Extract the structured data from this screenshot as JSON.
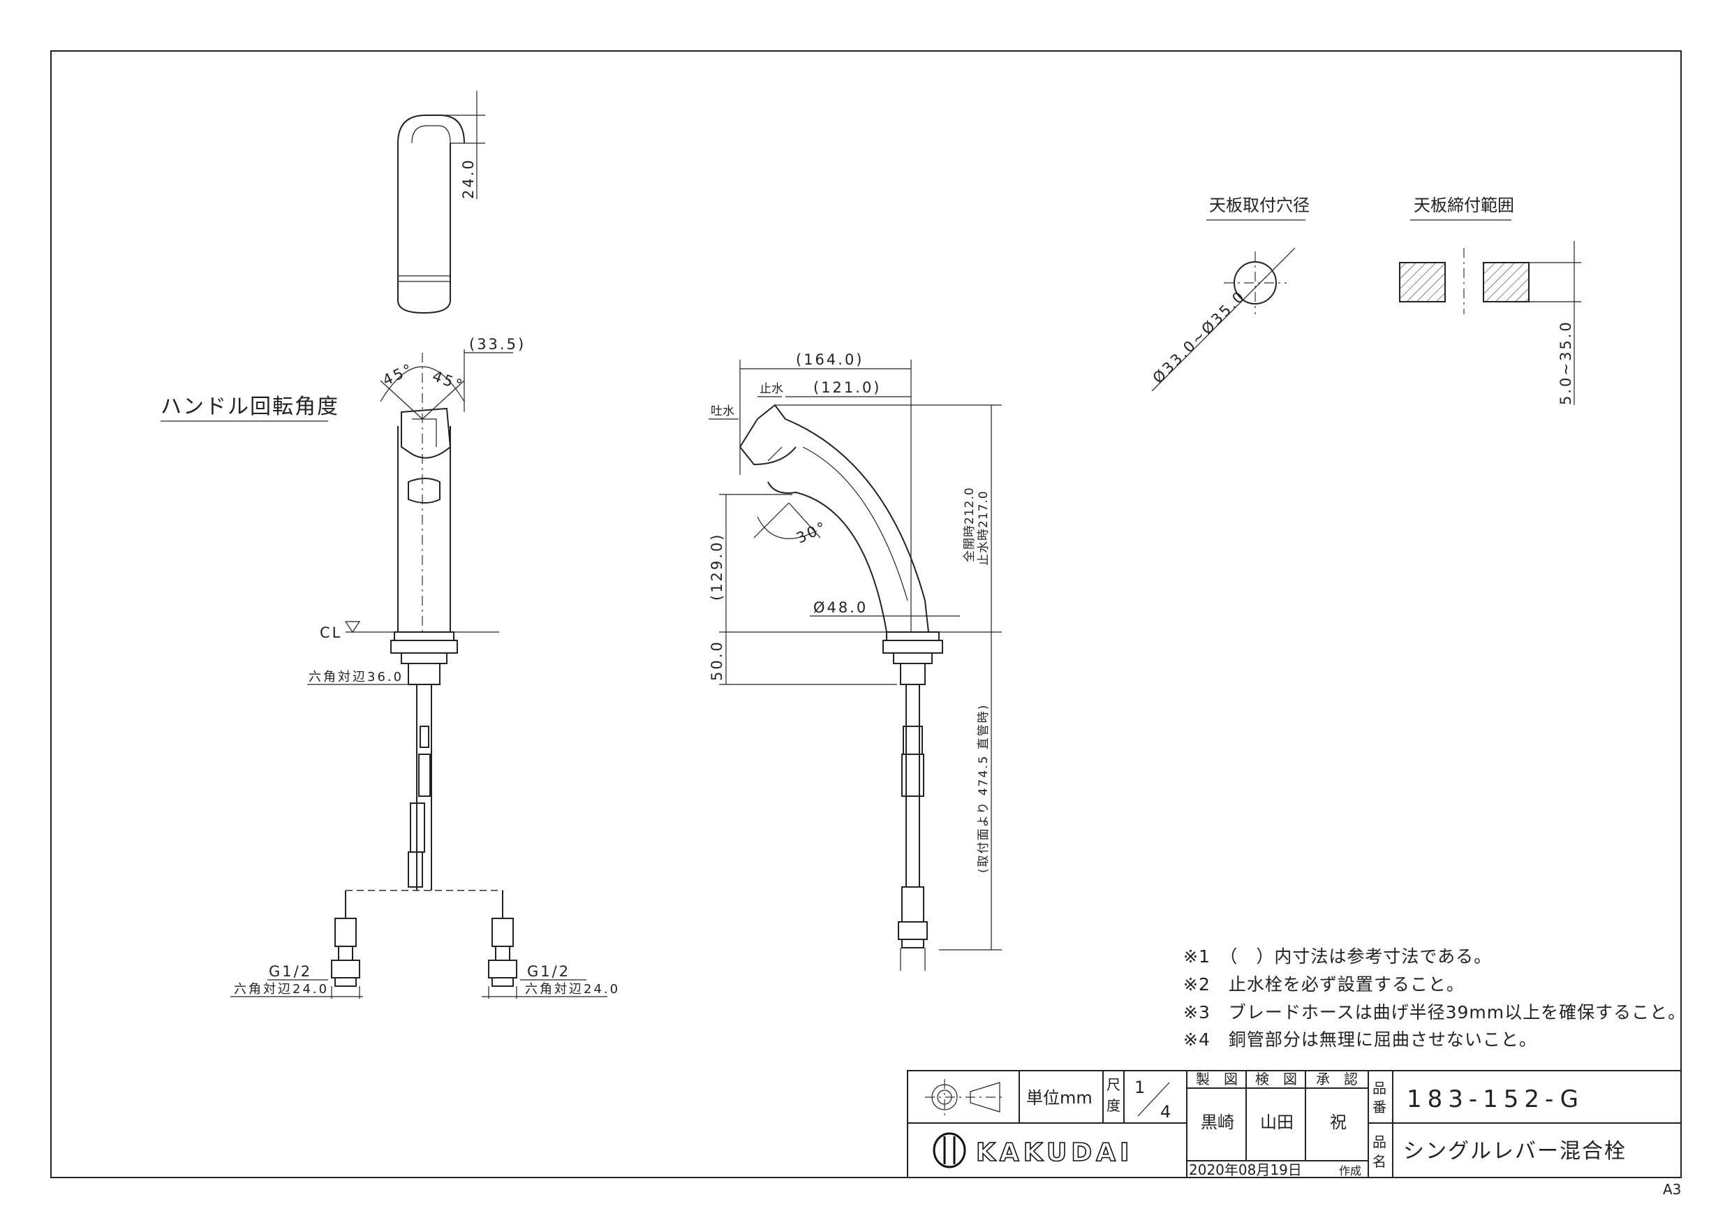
{
  "handle_rotation_title": "ハンドル回転角度",
  "angle_left": "45°",
  "angle_right": "45°",
  "dims": {
    "top_24": "24.0",
    "handle_33_5": "(33.5)",
    "hex36": "六角対辺36.0",
    "cl": "CL",
    "g12_left": "G1/2",
    "hex24_left": "六角対辺24.0",
    "g12_right": "G1/2",
    "hex24_right": "六角対辺24.0",
    "d164": "(164.0)",
    "d121": "(121.0)",
    "stop": "止水",
    "spout": "吐水",
    "a30": "30°",
    "d129": "(129.0)",
    "d50": "50.0",
    "phi48": "Ø48.0",
    "h212": "全開時212.0",
    "h217": "止水時217.0",
    "hose": "(取付面より 474.5 直管時)"
  },
  "hole_title": "天板取付穴径",
  "hole_dim": "Ø33.0~Ø35.0",
  "clamp_title": "天板締付範囲",
  "clamp_dim": "5.0~35.0",
  "notes": [
    "※1　（　）内寸法は参考寸法である。",
    "※2　止水栓を必ず設置すること。",
    "※3　ブレードホースは曲げ半径39mm以上を確保すること。",
    "※4　銅管部分は無理に屈曲させないこと。"
  ],
  "title_block": {
    "unit": "単位mm",
    "scale_label_1": "尺",
    "scale_label_2": "度",
    "scale_num": "1",
    "scale_den": "4",
    "role_draw": "製　図",
    "role_check": "検　図",
    "role_approve": "承　認",
    "name_draw": "黒崎",
    "name_check": "山田",
    "name_approve": "祝",
    "date": "2020年08月19日",
    "created": "作成",
    "part_no_label_1": "品",
    "part_no_label_2": "番",
    "part_name_label_1": "品",
    "part_name_label_2": "名",
    "part_no": "183-152-G",
    "part_name": "シングルレバー混合栓",
    "brand": "KAKUDAI"
  },
  "sheet_size": "A3"
}
